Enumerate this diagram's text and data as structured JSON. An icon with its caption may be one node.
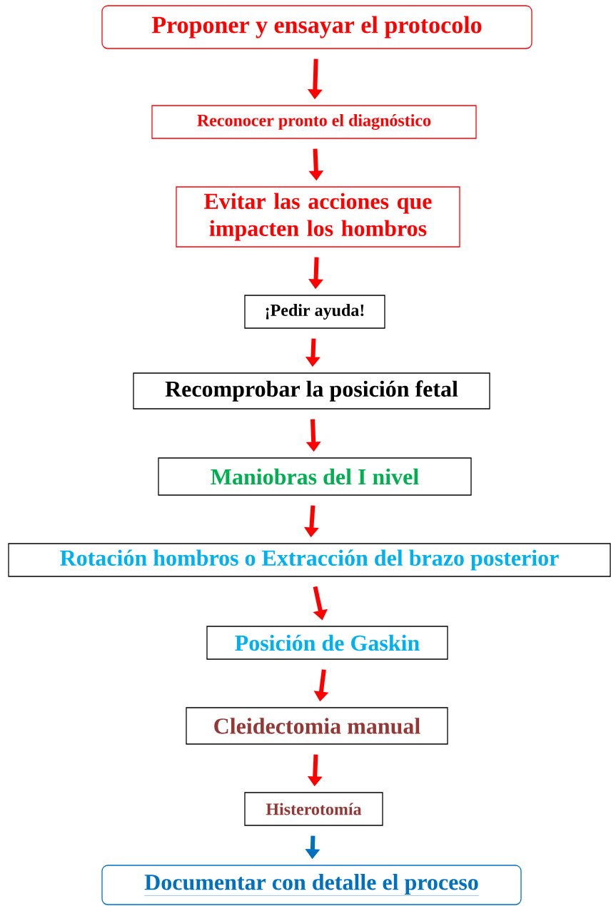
{
  "diagram": {
    "nodes": [
      {
        "text": [
          "Proponer y ensayar el protocolo"
        ]
      },
      {
        "text": [
          "Reconocer pronto el diagnóstico"
        ]
      },
      {
        "text": [
          "Evitar las acciones que impacten los hombros"
        ]
      },
      {
        "text": [
          "¡Pedir ayuda!"
        ]
      },
      {
        "text": [
          "Recomprobar la posición fetal"
        ]
      },
      {
        "text": [
          "Maniobras del I nivel"
        ]
      },
      {
        "text": [
          "Rotación hombros o Extracción del brazo posterior"
        ]
      },
      {
        "text": [
          "Posición de Gaskin"
        ]
      },
      {
        "text": [
          "Cleidectomia manual"
        ]
      },
      {
        "text": [
          "Histerotomía"
        ]
      },
      {
        "text": [
          "Documentar con detalle el proceso"
        ]
      }
    ],
    "edges": [
      {
        "from": 0,
        "to": 1,
        "arrow": "to"
      },
      {
        "from": 1,
        "to": 2,
        "arrow": "to"
      },
      {
        "from": 2,
        "to": 3,
        "arrow": "to"
      },
      {
        "from": 3,
        "to": 4,
        "arrow": "to"
      },
      {
        "from": 4,
        "to": 5,
        "arrow": "to"
      },
      {
        "from": 5,
        "to": 6,
        "arrow": "to"
      },
      {
        "from": 6,
        "to": 7,
        "arrow": "to"
      },
      {
        "from": 7,
        "to": 8,
        "arrow": "to"
      },
      {
        "from": 8,
        "to": 9,
        "arrow": "to"
      },
      {
        "from": 9,
        "to": 10,
        "arrow": "to",
        "color": "#0070c0"
      }
    ]
  }
}
